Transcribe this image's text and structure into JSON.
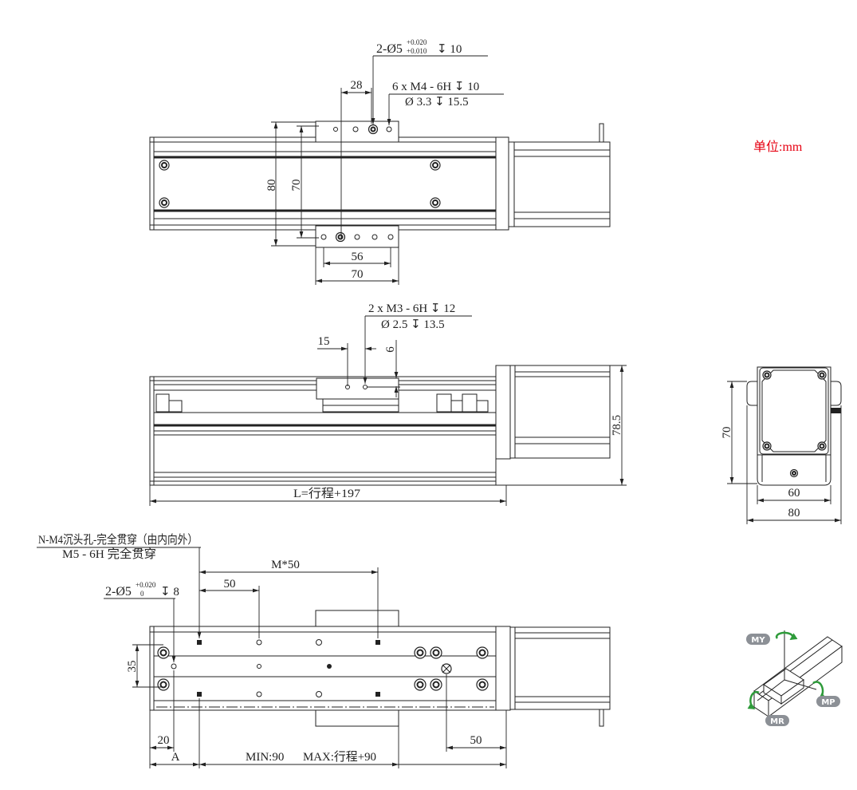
{
  "unit_label": "单位:mm",
  "colors": {
    "unit_label": "#e60012",
    "moment_arrow": "#2e9b3a",
    "moment_badge": "#8c9096"
  },
  "top_view": {
    "pin_callout": {
      "spec": "2-Ø5",
      "tol_upper": "+0.020",
      "tol_lower": "+0.010",
      "depth": "↧ 10"
    },
    "thread_callout": {
      "line1": "6 x  M4 - 6H ↧ 10",
      "line2": "Ø 3.3 ↧ 15.5"
    },
    "dims": {
      "hole_offset": "28",
      "overall_width": "80",
      "rail_width": "70",
      "hole_spacing": "56",
      "plate_length": "70"
    }
  },
  "side_view": {
    "thread_callout": {
      "line1": "2 x  M3 - 6H ↧ 12",
      "line2": "Ø 2.5 ↧ 13.5"
    },
    "dims": {
      "hole_offset": "15",
      "hole_height": "6",
      "overall_height": "78.5",
      "overall_length": "L=行程+197"
    }
  },
  "end_view": {
    "dims": {
      "height": "70",
      "base_width": "60",
      "overall_width": "80"
    }
  },
  "bottom_view": {
    "counterbore_callout": {
      "line1": "N-M4沉头孔-完全贯穿（由内向外）",
      "line2": "M5 - 6H 完全贯穿"
    },
    "pin_callout": {
      "spec": "2-Ø5",
      "tol_upper": "+0.020",
      "tol_lower": "0",
      "depth": "↧ 8"
    },
    "dims": {
      "hole_pitch_total": "M*50",
      "hole_pitch": "50",
      "hole_row_spacing": "35",
      "pin_offset": "20",
      "first_hole_offset": "A",
      "min_travel": "MIN:90",
      "max_travel": "MAX:行程+90",
      "end_offset": "50"
    }
  },
  "moment_diagram": {
    "yaw_label": "MY",
    "pitch_label": "MP",
    "roll_label": "MR"
  }
}
